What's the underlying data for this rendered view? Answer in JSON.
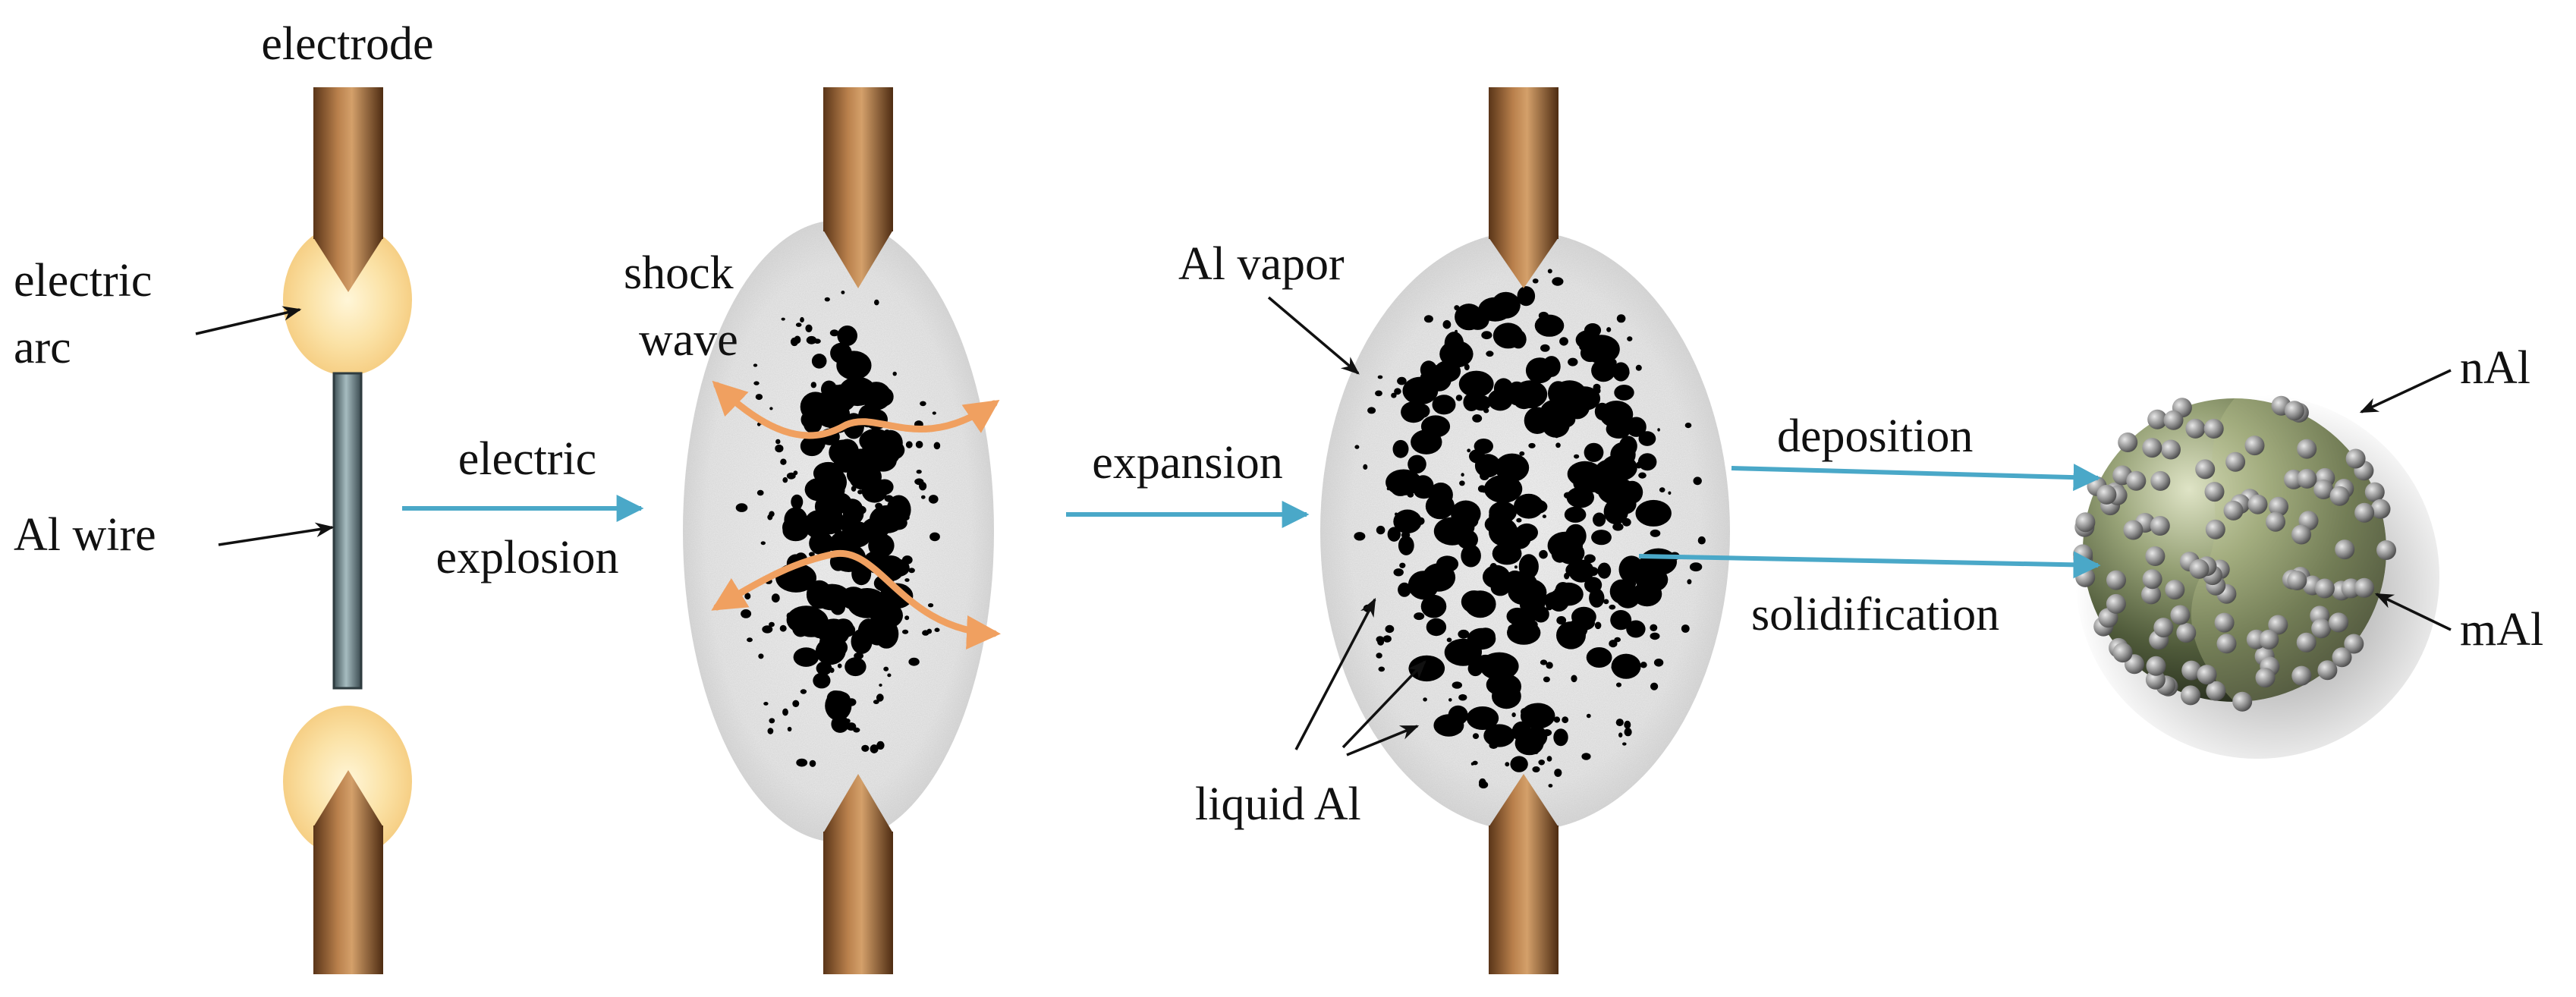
{
  "labels": {
    "electrode": "electrode",
    "electric_arc_line1": "electric",
    "electric_arc_line2": "arc",
    "al_wire": "Al wire",
    "electric_explosion_line1": "electric",
    "electric_explosion_line2": "explosion",
    "shock_wave_line1": "shock",
    "shock_wave_line2": "wave",
    "expansion": "expansion",
    "al_vapor": "Al vapor",
    "liquid_al": "liquid Al",
    "deposition": "deposition",
    "solidification": "solidification",
    "nal": "nAl",
    "mal": "mAl"
  },
  "colors": {
    "process_arrow": "#4aa8c8",
    "shock_arrow": "#f0a060",
    "electrode": "#8a5a32",
    "arc_glow": "#fbe2a0",
    "wire": "#6f8a90",
    "vapor_cloud": "#e6e6e6",
    "droplet": "#000000",
    "sphere": "#6b7552",
    "nano_particle": "#8c8c8c"
  }
}
